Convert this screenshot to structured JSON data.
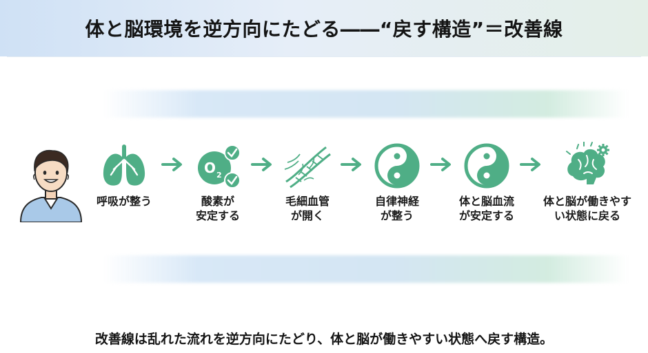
{
  "header": {
    "title": "体と脳環境を逆方向にたどる――“戻す構造”＝改善線"
  },
  "steps": [
    {
      "icon": "lungs-icon",
      "line1": "呼吸が整う",
      "line2": ""
    },
    {
      "icon": "oxygen-icon",
      "line1": "酸素が",
      "line2": "安定する"
    },
    {
      "icon": "capillaries-icon",
      "line1": "毛細血管",
      "line2": "が開く"
    },
    {
      "icon": "yin-yang-icon",
      "line1": "自律神経",
      "line2": "が整う"
    },
    {
      "icon": "yin-yang-icon",
      "line1": "体と脳血流",
      "line2": "が安定する"
    },
    {
      "icon": "brain-gear-icon",
      "line1": "体と脳が働きやす",
      "line2": "い状態に戻る"
    }
  ],
  "oxygen_symbol": {
    "base": "O",
    "sub": "2"
  },
  "footer": {
    "text": "改善線は乱れた流れを逆方向にたどり、体と脳が働きやすい状態へ戻す構造。"
  },
  "colors": {
    "accent_green": "#4fae86",
    "header_blue": "#cfe1f5",
    "shirt_blue": "#a9c9e8"
  }
}
